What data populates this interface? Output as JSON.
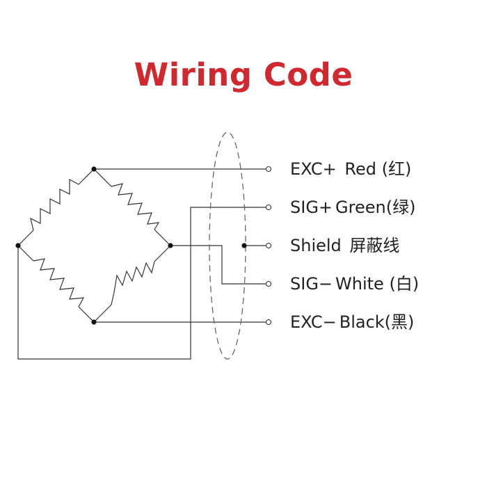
{
  "title": "Wiring Code",
  "colors": {
    "title": "#d0282e",
    "line": "#333333",
    "shield_dash": "#666666"
  },
  "wires": [
    {
      "name": "EXC+",
      "color_label": "Red",
      "cn": "(红)"
    },
    {
      "name": "SIG+",
      "color_label": "Green",
      "cn": "(绿)"
    },
    {
      "name": "Shield",
      "color_label": "",
      "cn": "屏蔽线"
    },
    {
      "name": "SIG−",
      "color_label": "White",
      "cn": "(白)"
    },
    {
      "name": "EXC−",
      "color_label": "Black",
      "cn": "(黑)"
    }
  ]
}
